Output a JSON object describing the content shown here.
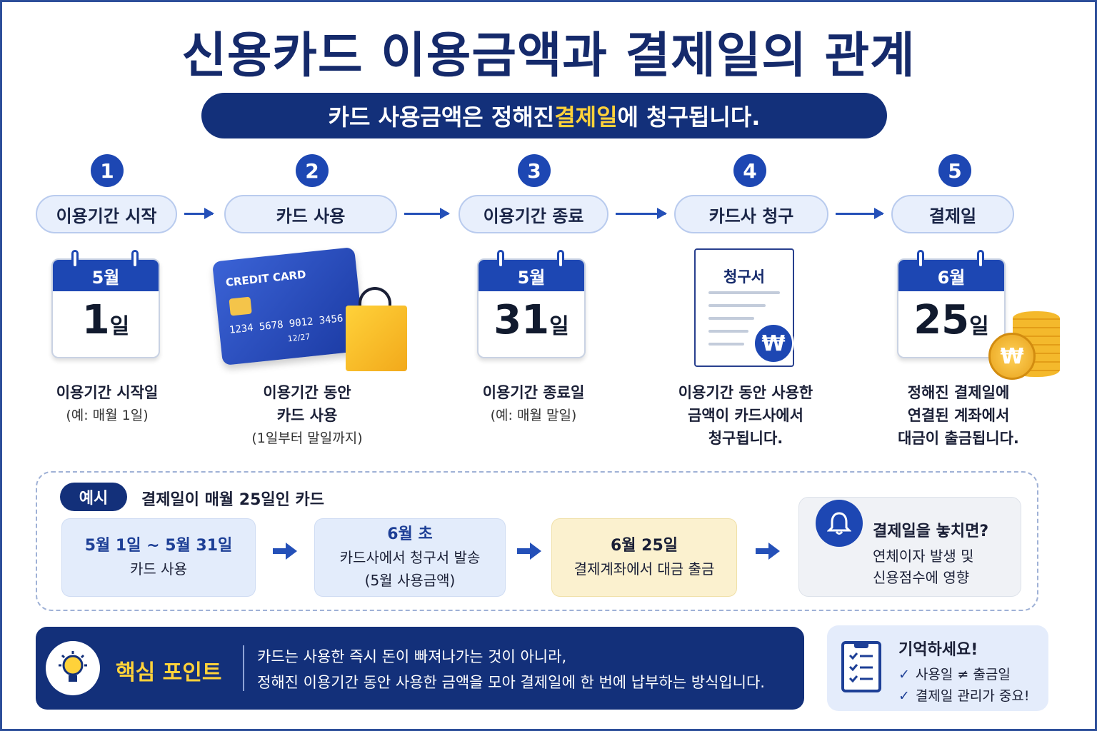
{
  "title": "신용카드 이용금액과 결제일의 관계",
  "subtitle": {
    "before": "카드 사용금액은 정해진 ",
    "highlight": "결제일",
    "after": "에 청구됩니다."
  },
  "steps": [
    {
      "num": "1",
      "label": "이용기간 시작",
      "desc1": "이용기간 시작일",
      "desc2": "(예: 매월 1일)"
    },
    {
      "num": "2",
      "label": "카드 사용",
      "desc1": "이용기간 동안",
      "desc2": "카드 사용",
      "desc3": "(1일부터 말일까지)"
    },
    {
      "num": "3",
      "label": "이용기간 종료",
      "desc1": "이용기간 종료일",
      "desc2": "(예: 매월 말일)"
    },
    {
      "num": "4",
      "label": "카드사 청구",
      "desc1": "이용기간 동안 사용한",
      "desc2": "금액이 카드사에서",
      "desc3": "청구됩니다."
    },
    {
      "num": "5",
      "label": "결제일",
      "desc1": "정해진 결제일에",
      "desc2": "연결된 계좌에서",
      "desc3": "대금이 출금됩니다."
    }
  ],
  "calendars": [
    {
      "month": "5월",
      "day": "1",
      "unit": "일"
    },
    {
      "month": "5월",
      "day": "31",
      "unit": "일"
    },
    {
      "month": "6월",
      "day": "25",
      "unit": "일"
    }
  ],
  "card": {
    "label": "CREDIT CARD",
    "number": "1234 5678 9012 3456",
    "expiry": "12/27"
  },
  "invoice": {
    "title": "청구서",
    "currency": "₩"
  },
  "example": {
    "tag": "예시",
    "title": "결제일이 매월 25일인 카드",
    "boxes": [
      {
        "head": "5월 1일 ~ 5월 31일",
        "text": "카드 사용"
      },
      {
        "head": "6월 초",
        "text": "카드사에서 청구서 발송",
        "text2": "(5월 사용금액)"
      },
      {
        "head": "6월 25일",
        "text": "결제계좌에서 대금 출금"
      }
    ],
    "alert": {
      "head": "결제일을 놓치면?",
      "line1": "연체이자 발생 및",
      "line2": "신용점수에 영향"
    }
  },
  "key_point": {
    "label": "핵심 포인트",
    "line1": "카드는 사용한 즉시 돈이 빠져나가는 것이 아니라,",
    "line2": "정해진 이용기간 동안 사용한 금액을 모아 결제일에 한 번에 납부하는 방식입니다."
  },
  "remember": {
    "title": "기억하세요!",
    "items": [
      "사용일 ≠ 출금일",
      "결제일 관리가 중요!"
    ]
  },
  "colors": {
    "navy": "#13307a",
    "blue": "#1d47b3",
    "yellow": "#ffd23a",
    "pill_bg": "#e8effc"
  }
}
